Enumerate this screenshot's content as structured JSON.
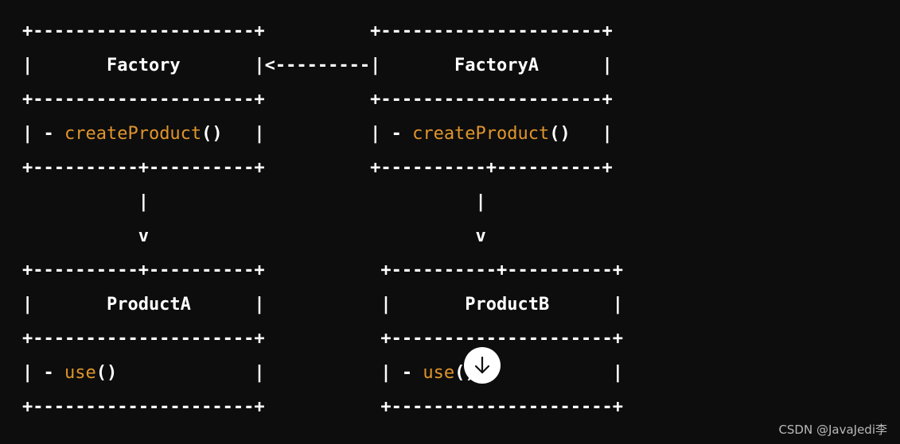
{
  "colors": {
    "background": "#0d0d0d",
    "text": "#ffffff",
    "method": "#e0952b",
    "watermark": "#b9b9b9"
  },
  "diagram": {
    "lines": [
      [
        {
          "t": "+---------------------+          +---------------------+",
          "k": "plain"
        }
      ],
      [
        {
          "t": "|       Factory       |<---------|       FactoryA      |",
          "k": "plain"
        }
      ],
      [
        {
          "t": "+---------------------+          +---------------------+",
          "k": "plain"
        }
      ],
      [
        {
          "t": "| - ",
          "k": "plain"
        },
        {
          "t": "createProduct",
          "k": "method"
        },
        {
          "t": "()   |          | - ",
          "k": "plain"
        },
        {
          "t": "createProduct",
          "k": "method"
        },
        {
          "t": "()   |",
          "k": "plain"
        }
      ],
      [
        {
          "t": "+----------+----------+          +----------+----------+",
          "k": "plain"
        }
      ],
      [
        {
          "t": "           |                               |",
          "k": "plain"
        }
      ],
      [
        {
          "t": "           v                               v",
          "k": "plain"
        }
      ],
      [
        {
          "t": "+----------+----------+           +----------+----------+",
          "k": "plain"
        }
      ],
      [
        {
          "t": "|       ProductA      |           |       ProductB      |",
          "k": "plain"
        }
      ],
      [
        {
          "t": "+---------------------+           +---------------------+",
          "k": "plain"
        }
      ],
      [
        {
          "t": "| - ",
          "k": "plain"
        },
        {
          "t": "use",
          "k": "method"
        },
        {
          "t": "()             |           | - ",
          "k": "plain"
        },
        {
          "t": "use",
          "k": "method"
        },
        {
          "t": "()             |",
          "k": "plain"
        }
      ],
      [
        {
          "t": "+---------------------+           +---------------------+",
          "k": "plain"
        }
      ]
    ]
  },
  "scroll_button": {
    "icon": "arrow-down-icon"
  },
  "watermark": "CSDN @JavaJedi李"
}
